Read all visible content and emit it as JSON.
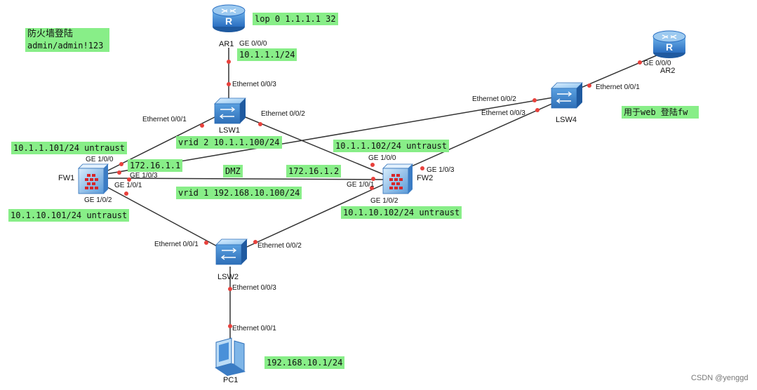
{
  "notes": {
    "firewall_login_title": "防火墙登陆",
    "firewall_login_cred": "admin/admin!123",
    "ar1_loopback": "lop 0 1.1.1.1 32",
    "ar1_ge000_ip": "10.1.1.1/24",
    "fw1_up_ip": "10.1.1.101/24 untraust",
    "fw1_dmz_ip": "172.16.1.1",
    "lsw1_vrid": "vrid 2 10.1.1.100/24",
    "fw2_up_ip": "10.1.1.102/24 untraust",
    "dmz": "DMZ",
    "fw2_dmz_ip": "172.16.1.2",
    "lsw2_vrid": "vrid 1 192.168.10.100/24",
    "fw1_down_ip": "10.1.10.101/24 untraust",
    "fw2_down_ip": "10.1.10.102/24 untraust",
    "ar2_purpose": "用于web 登陆fw",
    "pc1_ip": "192.168.10.1/24"
  },
  "devices": {
    "ar1": "AR1",
    "ar2": "AR2",
    "lsw1": "LSW1",
    "lsw2": "LSW2",
    "lsw4": "LSW4",
    "fw1": "FW1",
    "fw2": "FW2",
    "pc1": "PC1"
  },
  "ports": {
    "ar1_ge000": "GE 0/0/0",
    "lsw1_e003": "Ethernet 0/0/3",
    "lsw1_e001": "Ethernet 0/0/1",
    "lsw1_e002": "Ethernet 0/0/2",
    "fw1_ge100": "GE 1/0/0",
    "fw1_ge103": "GE 1/0/3",
    "fw1_ge101": "GE 1/0/1",
    "fw1_ge102": "GE 1/0/2",
    "fw2_ge100": "GE 1/0/0",
    "fw2_ge103": "GE 1/0/3",
    "fw2_ge101": "GE 1/0/1",
    "fw2_ge102": "GE 1/0/2",
    "lsw4_e002": "Ethernet 0/0/2",
    "lsw4_e003": "Ethernet 0/0/3",
    "lsw4_e001": "Ethernet 0/0/1",
    "ar2_ge000": "GE 0/0/0",
    "lsw2_e001": "Ethernet 0/0/1",
    "lsw2_e002": "Ethernet 0/0/2",
    "lsw2_e003": "Ethernet 0/0/3",
    "pc1_e001": "Ethernet 0/0/1"
  },
  "watermark": "CSDN @yenggd",
  "colors": {
    "note_bg": "#88ee88",
    "link": "#333333",
    "port_dot": "#e8413c",
    "device_blue": "#2f7fd0",
    "firewall_red": "#d7262a"
  },
  "icons": {
    "router": "router-icon",
    "switch": "switch-icon",
    "firewall": "firewall-icon",
    "pc": "pc-icon"
  }
}
